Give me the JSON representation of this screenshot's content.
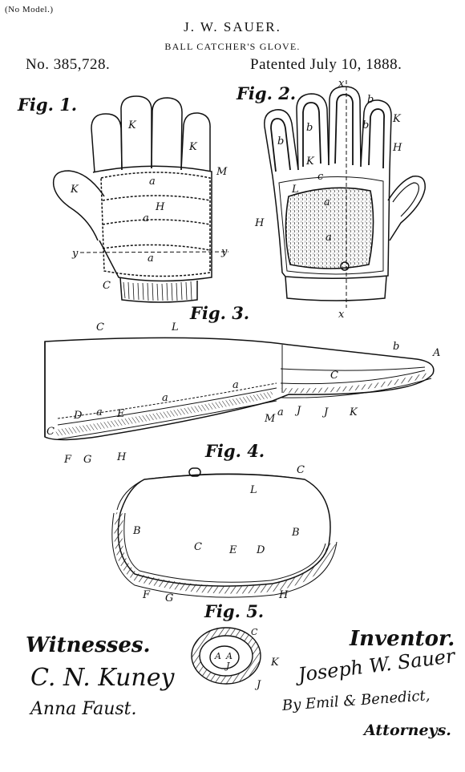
{
  "header": {
    "model_note": "(No Model.)",
    "inventor_name": "J. W. SAUER.",
    "title": "BALL CATCHER'S GLOVE.",
    "patent_number": "No. 385,728.",
    "patent_date": "Patented July 10, 1888."
  },
  "figures": {
    "fig1": "Fig. 1.",
    "fig2": "Fig. 2.",
    "fig3": "Fig. 3.",
    "fig4": "Fig. 4.",
    "fig5": "Fig. 5."
  },
  "labels": {
    "K": "K",
    "M": "M",
    "a": "a",
    "H": "H",
    "y": "y",
    "C": "C",
    "x": "x",
    "b": "b",
    "L": "L",
    "c": "c",
    "A": "A",
    "D": "D",
    "E": "E",
    "F": "F",
    "G": "G",
    "J": "J",
    "B": "B"
  },
  "footer": {
    "witnesses_label": "Witnesses.",
    "inventor_label": "Inventor.",
    "witness1": "C. N. Kuney",
    "witness2": "Anna Faust.",
    "inventor_signature": "Joseph W. Sauer",
    "by_attorneys": "By Emil & Benedict,",
    "attorneys_label": "Attorneys."
  }
}
